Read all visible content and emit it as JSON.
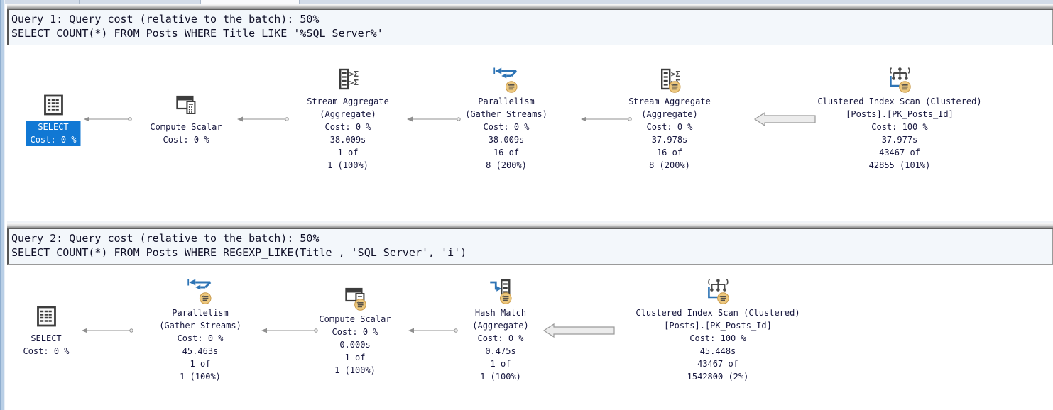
{
  "app": {
    "title": "Execution plan comparison pane",
    "colors": {
      "selection_blue": "#1178d4",
      "badge_orange": "#edc87e",
      "icon_blue": "#2e74b5",
      "icon_gray": "#3d3d3d",
      "arrow_gray": "#9a9a9a",
      "header_bg": "#f3f7fb",
      "plan_text": "#16163e"
    }
  },
  "queries": [
    {
      "header": {
        "title": "Query 1: Query cost (relative to the batch): 50%",
        "sql": "SELECT COUNT(*) FROM Posts WHERE Title LIKE '%SQL Server%'"
      },
      "nodes": [
        {
          "icon": "result-table-icon",
          "selected": true,
          "parallel": false,
          "lines": [
            "SELECT",
            "Cost: 0 %"
          ]
        },
        {
          "icon": "compute-scalar-icon",
          "selected": false,
          "parallel": false,
          "lines": [
            "Compute Scalar",
            "Cost: 0 %"
          ]
        },
        {
          "icon": "stream-aggregate-icon",
          "selected": false,
          "parallel": false,
          "lines": [
            "Stream Aggregate",
            "(Aggregate)",
            "Cost: 0 %",
            "38.009s",
            "1 of",
            "1 (100%)"
          ]
        },
        {
          "icon": "parallelism-icon",
          "selected": false,
          "parallel": true,
          "lines": [
            "Parallelism",
            "(Gather Streams)",
            "Cost: 0 %",
            "38.009s",
            "16 of",
            "8 (200%)"
          ]
        },
        {
          "icon": "stream-aggregate-icon",
          "selected": false,
          "parallel": true,
          "lines": [
            "Stream Aggregate",
            "(Aggregate)",
            "Cost: 0 %",
            "37.978s",
            "16 of",
            "8 (200%)"
          ]
        },
        {
          "icon": "clustered-index-scan-icon",
          "selected": false,
          "parallel": true,
          "lines": [
            "Clustered Index Scan (Clustered)",
            "[Posts].[PK_Posts_Id]",
            "Cost: 100 %",
            "37.977s",
            "43467 of",
            "42855 (101%)"
          ]
        }
      ]
    },
    {
      "header": {
        "title": "Query 2: Query cost (relative to the batch): 50%",
        "sql": "SELECT COUNT(*) FROM Posts WHERE REGEXP_LIKE(Title , 'SQL Server', 'i')"
      },
      "nodes": [
        {
          "icon": "result-table-icon",
          "selected": false,
          "parallel": false,
          "lines": [
            "SELECT",
            "Cost: 0 %"
          ]
        },
        {
          "icon": "parallelism-icon",
          "selected": false,
          "parallel": true,
          "lines": [
            "Parallelism",
            "(Gather Streams)",
            "Cost: 0 %",
            "45.463s",
            "1 of",
            "1 (100%)"
          ]
        },
        {
          "icon": "compute-scalar-icon",
          "selected": false,
          "parallel": true,
          "lines": [
            "Compute Scalar",
            "Cost: 0 %",
            "0.000s",
            "1 of",
            "1 (100%)"
          ]
        },
        {
          "icon": "hash-match-icon",
          "selected": false,
          "parallel": true,
          "lines": [
            "Hash Match",
            "(Aggregate)",
            "Cost: 0 %",
            "0.475s",
            "1 of",
            "1 (100%)"
          ]
        },
        {
          "icon": "clustered-index-scan-icon",
          "selected": false,
          "parallel": true,
          "lines": [
            "Clustered Index Scan (Clustered)",
            "[Posts].[PK_Posts_Id]",
            "Cost: 100 %",
            "45.448s",
            "43467 of",
            "1542800 (2%)"
          ]
        }
      ]
    }
  ]
}
